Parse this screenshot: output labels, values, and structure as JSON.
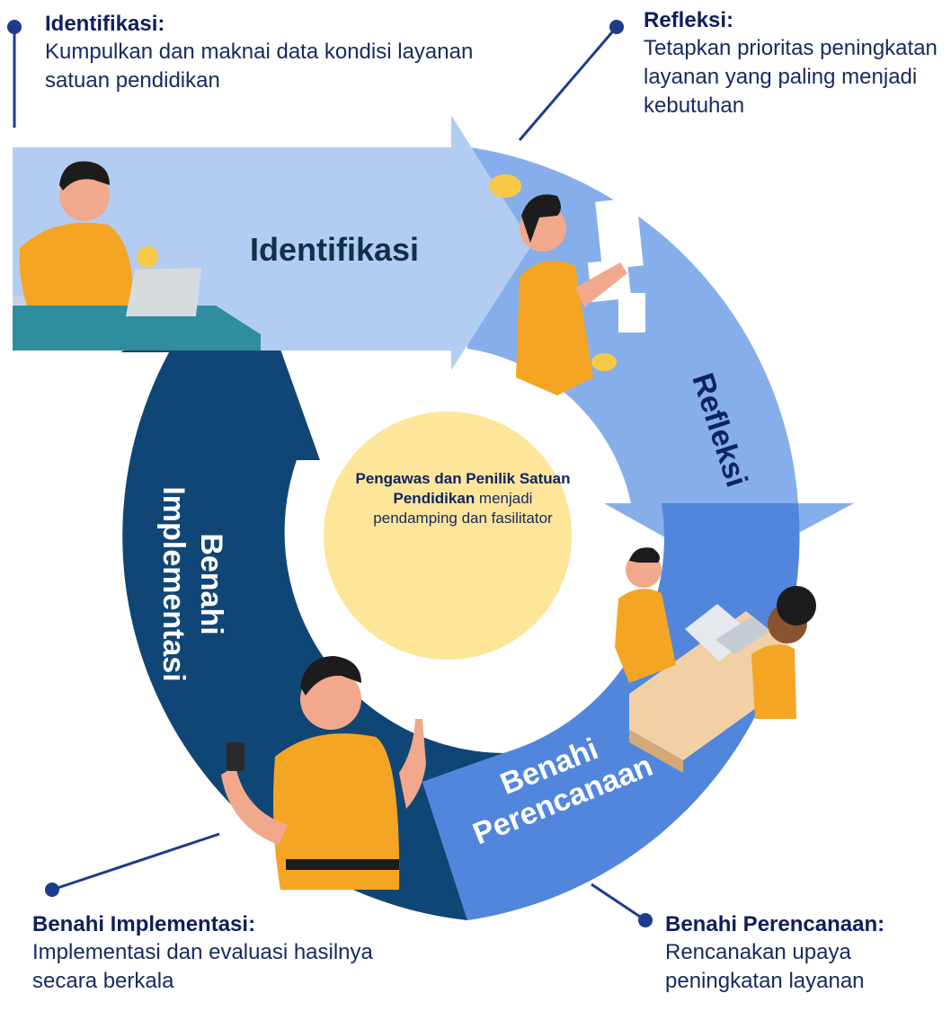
{
  "callouts": {
    "identifikasi": {
      "title": "Identifikasi:",
      "text": "Kumpulkan dan maknai data kondisi layanan satuan pendidikan"
    },
    "refleksi": {
      "title": "Refleksi:",
      "text": "Tetapkan prioritas peningkatan layanan yang paling menjadi kebutuhan"
    },
    "benahi_implementasi": {
      "title": "Benahi Implementasi:",
      "text": "Implementasi dan evaluasi hasilnya secara berkala"
    },
    "benahi_perencanaan": {
      "title": "Benahi Perencanaan:",
      "text": "Rencanakan upaya peningkatan layanan"
    }
  },
  "cycle": {
    "identifikasi": "Identifikasi",
    "refleksi": "Refleksi",
    "perencanaan_line1": "Benahi",
    "perencanaan_line2": "Perencanaan",
    "implementasi_line1": "Benahi",
    "implementasi_line2": "Implementasi"
  },
  "center": {
    "bold_part": "Pengawas dan Penilik Satuan Pendidikan",
    "rest": " menjadi pendamping dan fasilitator"
  },
  "icons": [
    "teacher-with-laptop-illustration",
    "teacher-with-documents-illustration",
    "two-people-at-laptop-illustration",
    "teacher-with-phone-illustration",
    "speech-bubble-icon"
  ],
  "colors": {
    "identifikasi": "#b3cdf2",
    "refleksi": "#86aeea",
    "perencanaan": "#5186dc",
    "implementasi": "#0f4675",
    "center": "#fde59a",
    "navy": "#14307a"
  }
}
